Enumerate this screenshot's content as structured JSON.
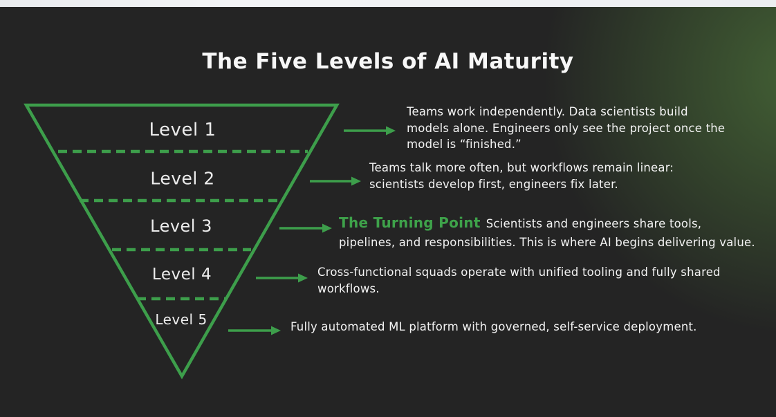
{
  "page": {
    "title": "The Five Levels of AI Maturity",
    "theme": {
      "background": "#242424",
      "accent_green": "#3d9e4b",
      "text_light": "#f3f3f3",
      "top_strip": "#eceef1",
      "glow_green": "#5c9242"
    }
  },
  "funnel": {
    "levels": [
      {
        "label": "Level 1",
        "desc_lines": [
          "Teams work independently. Data scientists build",
          "models alone. Engineers only see the project once the",
          "model is “finished.”"
        ]
      },
      {
        "label": "Level 2",
        "desc_lines": [
          "Teams talk more often, but workflows remain linear:",
          "scientists develop first, engineers fix later."
        ]
      },
      {
        "label": "Level 3",
        "highlight": "The Turning Point",
        "desc_lines": [
          "Scientists and engineers share tools,",
          "pipelines, and responsibilities. This is where AI begins delivering value."
        ]
      },
      {
        "label": "Level 4",
        "desc_lines": [
          "Cross-functional squads operate with unified tooling and fully shared",
          "workflows."
        ]
      },
      {
        "label": "Level 5",
        "desc_lines": [
          "Fully automated ML platform with governed, self-service deployment."
        ]
      }
    ]
  }
}
